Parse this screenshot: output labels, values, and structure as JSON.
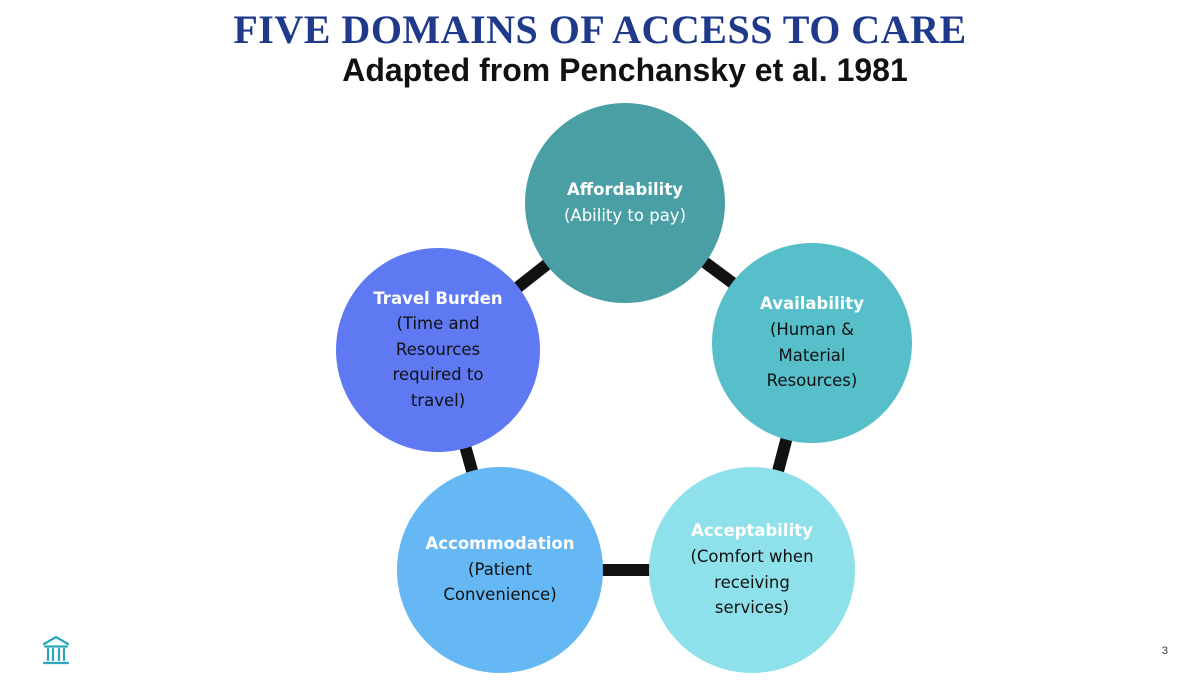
{
  "slide": {
    "title": "FIVE DOMAINS OF ACCESS TO CARE",
    "subtitle": "Adapted from Penchansky et al. 1981",
    "page_number": "3"
  },
  "colors": {
    "title": "#1f3a8a",
    "affordability": "#4a9fa5",
    "availability": "#56bfc9",
    "acceptability": "#8ee1ea",
    "accommodation": "#65b8f3",
    "travel_burden": "#5f79f2",
    "connector": "#111111",
    "logo": "#2aa7b8"
  },
  "domains": [
    {
      "name": "Affordability",
      "description": "(Ability to pay)"
    },
    {
      "name": "Availability",
      "description": "(Human &\nMaterial\nResources)"
    },
    {
      "name": "Acceptability",
      "description": "(Comfort when\nreceiving\nservices)"
    },
    {
      "name": "Accommodation",
      "description": "(Patient\nConvenience)"
    },
    {
      "name": "Travel Burden",
      "description": "(Time and\nResources\nrequired to\ntravel)"
    }
  ],
  "logo_icon": "institution-columns-icon"
}
